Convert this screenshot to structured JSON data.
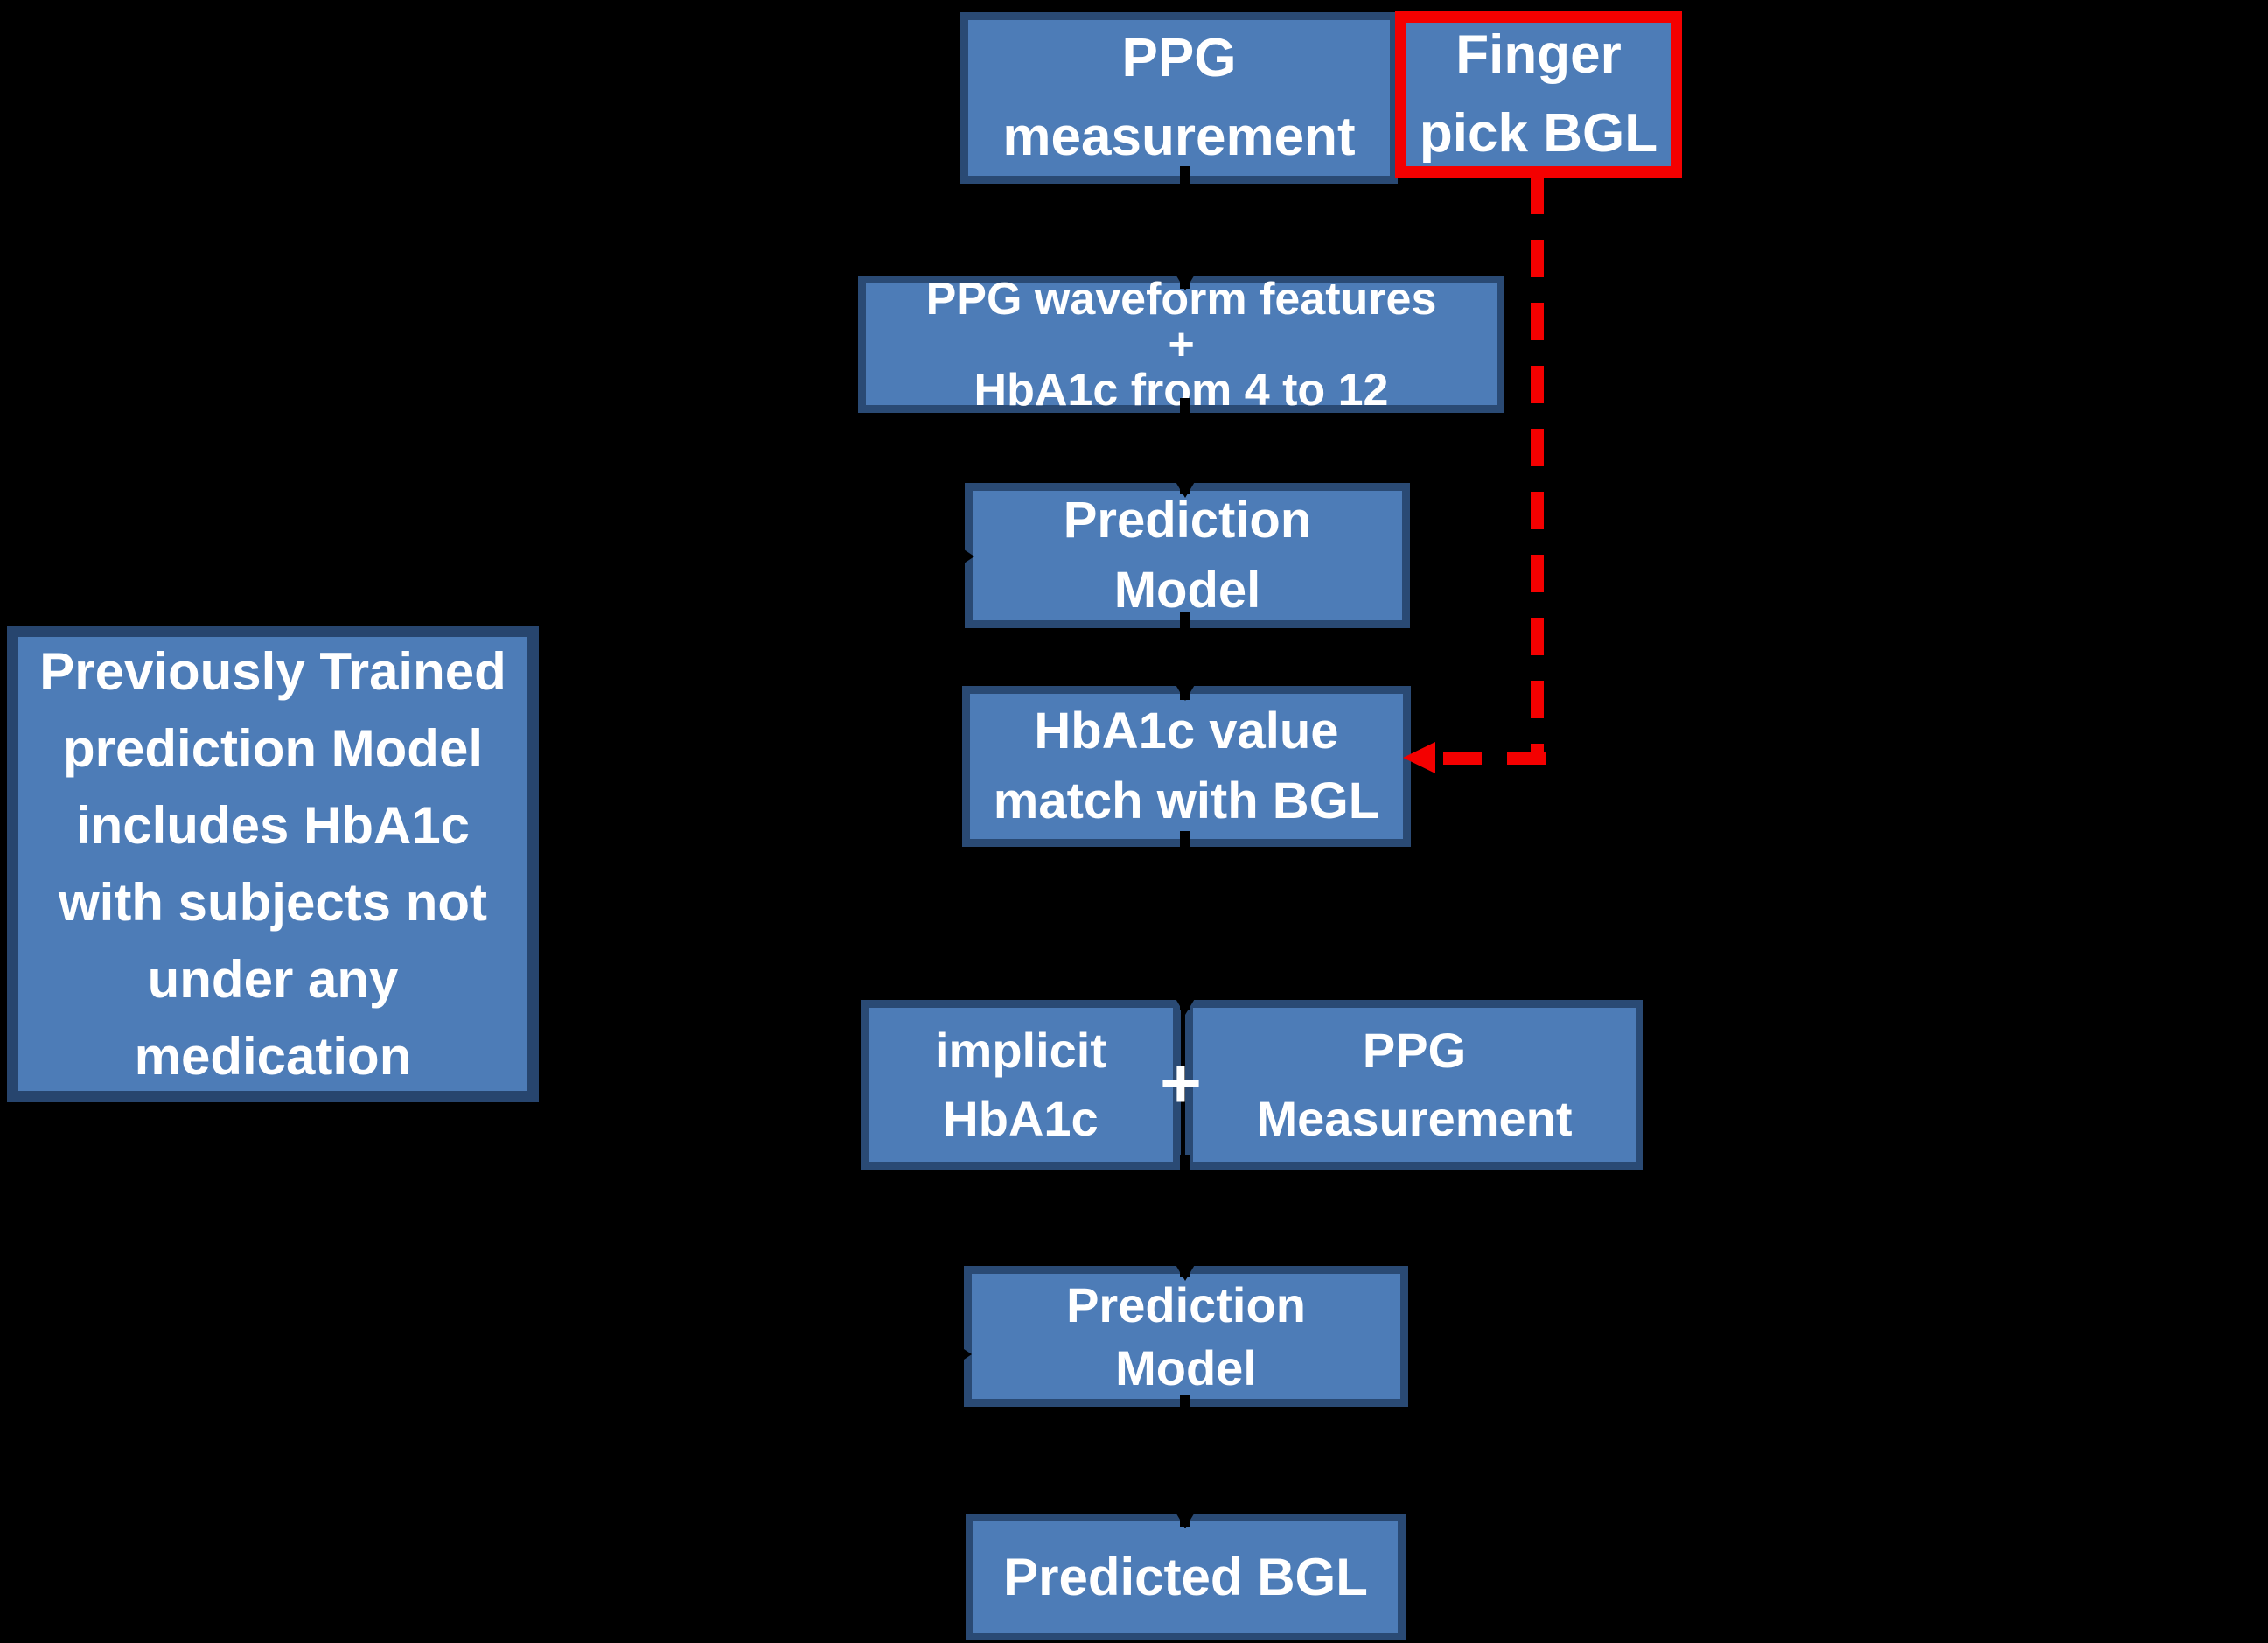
{
  "palette": {
    "background": "#000000",
    "box_fill": "#4d7cb7",
    "box_border": "#2a4a74",
    "highlight_red": "#f40000",
    "text": "#ffffff",
    "connector": "#000000"
  },
  "boxes": {
    "ppg_measurement": {
      "lines": [
        "PPG",
        "measurement"
      ]
    },
    "finger_pick_bgl": {
      "lines": [
        "Finger",
        "pick BGL"
      ]
    },
    "waveform_features": {
      "lines": [
        "PPG waveform features",
        "+",
        "HbA1c from 4 to 12"
      ]
    },
    "prediction_model_1": {
      "lines": [
        "Prediction",
        "Model"
      ]
    },
    "hba1c_match": {
      "lines": [
        "HbA1c value",
        "match with BGL"
      ]
    },
    "trained_model_note": {
      "lines": [
        "Previously Trained",
        "prediction Model",
        "includes HbA1c",
        "with subjects not",
        "under any",
        "medication"
      ]
    },
    "implicit_hba1c": {
      "lines": [
        "implicit",
        "HbA1c"
      ]
    },
    "ppg_measurement_2": {
      "lines": [
        "PPG",
        "Measurement"
      ]
    },
    "prediction_model_2": {
      "lines": [
        "Prediction",
        "Model"
      ]
    },
    "predicted_bgl": {
      "lines": [
        "Predicted BGL"
      ]
    },
    "plus_sign": "+"
  }
}
